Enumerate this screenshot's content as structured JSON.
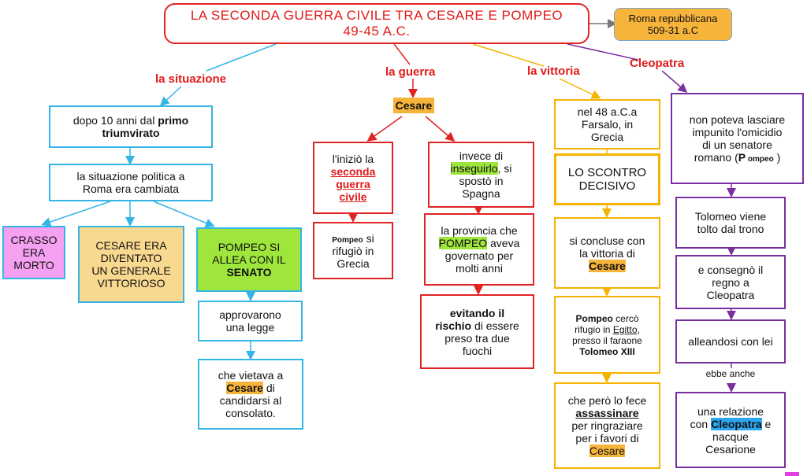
{
  "title": {
    "line1": "LA SECONDA  GUERRA  CIVILE  TRA  CESARE  E  POMPEO",
    "line2": "49-45 A.C."
  },
  "side_note": {
    "line1": "Roma repubblicana",
    "line2": "509-31 a.C"
  },
  "branches": {
    "situazione": "la situazione",
    "guerra": "la guerra",
    "vittoria": "la vittoria",
    "cleopatra": "Cleopatra"
  },
  "situazione": {
    "n1": {
      "a": "dopo 10 anni dal ",
      "b": "primo",
      "c": "triumvirato"
    },
    "n2": {
      "a": "la situazione politica a",
      "b": "Roma era  cambiata"
    },
    "crasso": {
      "a": "CRASSO",
      "b": "ERA",
      "c": "MORTO"
    },
    "cesare_box": {
      "a": "CESARE ERA",
      "b": "DIVENTATO",
      "c": "UN GENERALE",
      "d": "VITTORIOSO"
    },
    "pompeo_box": {
      "a": "POMPEO SI",
      "b": "ALLEA CON IL",
      "c": "SENATO"
    },
    "legge": {
      "a": "approvarono",
      "b": "una legge"
    },
    "vietava": {
      "a": "che vietava a",
      "b": "Cesare",
      "c": " di",
      "d": "candidarsi al",
      "e": "consolato."
    }
  },
  "guerra": {
    "cesare_label": "Cesare",
    "inizio": {
      "a": "l'iniziò la",
      "b": "seconda",
      "c": "guerra",
      "d": "civile"
    },
    "rifugio": {
      "a": "Pompeo",
      "b": " si",
      "c": "rifugiò in",
      "d": "Grecia"
    },
    "inseguirlo": {
      "a": "invece di",
      "b": "inseguirlo",
      "c": ", si",
      "d": "spostò in",
      "e": "Spagna"
    },
    "provincia": {
      "a": "la provincia che",
      "b": "POMPEO",
      "c": " aveva",
      "d": "governato per",
      "e": "molti anni"
    },
    "evitando": {
      "a": "evitando  il",
      "b": "rischio",
      "c": " di essere",
      "d": "preso tra due",
      "e": "fuochi"
    }
  },
  "vittoria": {
    "farsalo": {
      "a": "nel 48 a.C.a",
      "b": "Farsalo,  in",
      "c": "Grecia"
    },
    "scontro": {
      "a": "LO SCONTRO",
      "b": "DECISIVO"
    },
    "concluse": {
      "a": "si concluse  con",
      "b": "la vittoria di",
      "c": "Cesare"
    },
    "egitto": {
      "a": "Pompeo",
      "b": " cercò",
      "c": "rifugio in ",
      "d": "Egitto",
      "e": ",",
      "f": "presso il faraone",
      "g": "Tolomeo XIII"
    },
    "assassinare": {
      "a": "che però lo fece",
      "b": "assassinare",
      "c": "per ringraziare",
      "d": "per i favori di",
      "e": "Cesare"
    }
  },
  "cleopatra": {
    "impunito": {
      "a": "non poteva lasciare",
      "b": "impunito  l'omicidio",
      "c": "di un senatore",
      "d": "romano (",
      "e": "P",
      "f": " ompeo",
      "g": " )"
    },
    "tolomeo": {
      "a": "Tolomeo viene",
      "b": "tolto dal trono"
    },
    "consegno": {
      "a": "e consegnò il",
      "b": "regno a",
      "c": "Cleopatra"
    },
    "alleandosi": "alleandosi con lei",
    "ebbe": "ebbe anche",
    "relazione": {
      "a": "una relazione",
      "b": "con ",
      "c": "Cleopatra",
      "d": " e",
      "e": "nacque",
      "f": "Cesarione"
    }
  },
  "colors": {
    "blue": "#33b5e5",
    "red": "#e02424",
    "gold": "#f5b300",
    "purple": "#7a2fa0",
    "highlight_orange": "#f7b43b",
    "highlight_green": "#9ee53c"
  }
}
